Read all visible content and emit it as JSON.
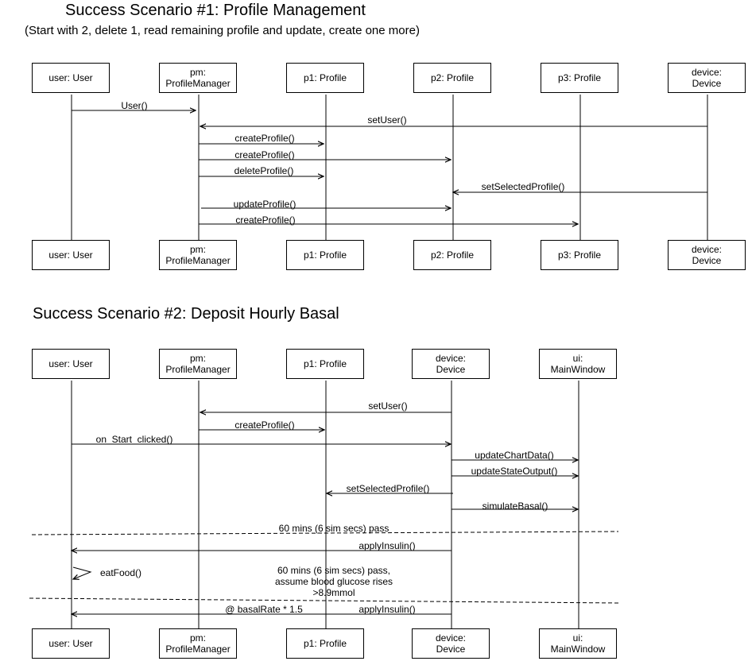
{
  "scenario1": {
    "title": "Success Scenario #1: Profile Management",
    "subtitle": "(Start with 2, delete 1, read remaining profile and update, create one more)",
    "participants": [
      {
        "line1": "user: User",
        "line2": ""
      },
      {
        "line1": "pm:",
        "line2": "ProfileManager"
      },
      {
        "line1": "p1: Profile",
        "line2": ""
      },
      {
        "line1": "p2: Profile",
        "line2": ""
      },
      {
        "line1": "p3: Profile",
        "line2": ""
      },
      {
        "line1": "device:",
        "line2": "Device"
      }
    ],
    "messages": [
      {
        "label": "User()",
        "from": 0,
        "to": 1
      },
      {
        "label": "setUser()",
        "from": 5,
        "to": 1
      },
      {
        "label": "createProfile()",
        "from": 1,
        "to": 2
      },
      {
        "label": "createProfile()",
        "from": 1,
        "to": 3
      },
      {
        "label": "deleteProfile()",
        "from": 1,
        "to": 2
      },
      {
        "label": "setSelectedProfile()",
        "from": 5,
        "to": 3
      },
      {
        "label": "updateProfile()",
        "from": 1,
        "to": 3
      },
      {
        "label": "createProfile()",
        "from": 1,
        "to": 4
      }
    ]
  },
  "scenario2": {
    "title": "Success Scenario #2: Deposit Hourly Basal",
    "participants": [
      {
        "line1": "user: User",
        "line2": ""
      },
      {
        "line1": "pm:",
        "line2": "ProfileManager"
      },
      {
        "line1": "p1: Profile",
        "line2": ""
      },
      {
        "line1": "device:",
        "line2": "Device"
      },
      {
        "line1": "ui:",
        "line2": "MainWindow"
      }
    ],
    "messages": [
      {
        "label": "setUser()",
        "from": 3,
        "to": 1
      },
      {
        "label": "createProfile()",
        "from": 1,
        "to": 2
      },
      {
        "label": "on_Start_clicked()",
        "from": 0,
        "to": 3
      },
      {
        "label": "updateChartData()",
        "from": 3,
        "to": 4
      },
      {
        "label": "updateStateOutput()",
        "from": 3,
        "to": 4
      },
      {
        "label": "setSelectedProfile()",
        "from": 3,
        "to": 2
      },
      {
        "label": "simulateBasal()",
        "from": 3,
        "to": 4
      },
      {
        "label": "applyInsulin()",
        "from": 3,
        "to": 0
      },
      {
        "label": "eatFood()",
        "from": 0,
        "to": 0
      },
      {
        "label": "applyInsulin()",
        "from": 3,
        "to": 0
      }
    ],
    "separators": [
      {
        "label": "60 mins (6 sim secs) pass"
      },
      {
        "label": "60 mins (6 sim secs) pass,\nassume blood glucose rises\n>8.9mmol"
      }
    ],
    "annotation": "@ basalRate * 1.5"
  }
}
